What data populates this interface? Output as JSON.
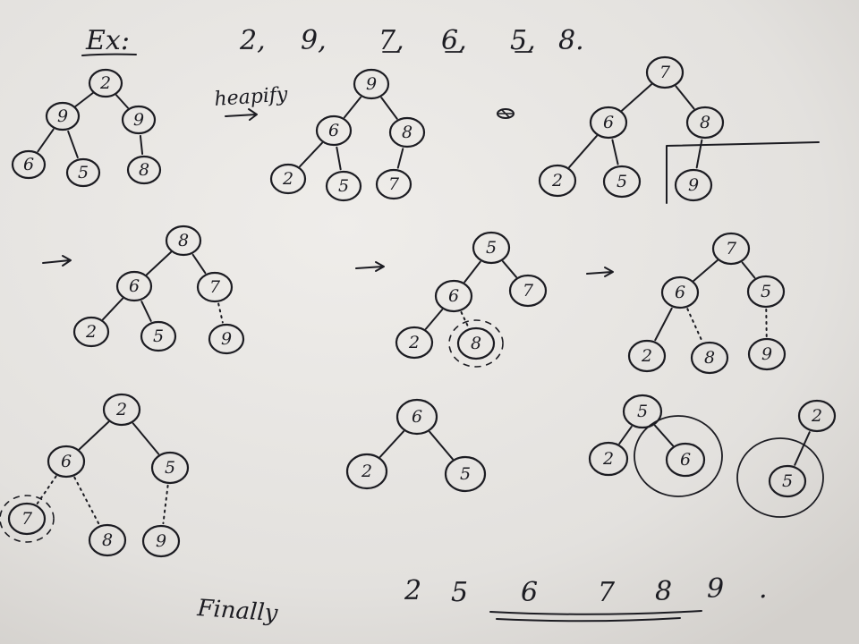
{
  "heading": {
    "ex_label": "Ex:"
  },
  "input_sequence": {
    "items": [
      "2,",
      "9,",
      "7,",
      "6,",
      "5,",
      "8."
    ]
  },
  "annotations": {
    "heapify_label": "heapify",
    "finally_label": "Finally"
  },
  "sorted_output": {
    "values": [
      "2",
      "5",
      "6",
      "7",
      "8",
      "9"
    ],
    "terminator": "."
  },
  "trees": [
    {
      "id": "initial",
      "nodes": [
        {
          "id": "a",
          "v": "2"
        },
        {
          "id": "b",
          "v": "9"
        },
        {
          "id": "c",
          "v": "9"
        },
        {
          "id": "d",
          "v": "6"
        },
        {
          "id": "e",
          "v": "5"
        },
        {
          "id": "f",
          "v": "8"
        }
      ],
      "edges": [
        [
          "a",
          "b"
        ],
        [
          "a",
          "c"
        ],
        [
          "b",
          "d"
        ],
        [
          "b",
          "e"
        ],
        [
          "c",
          "f"
        ]
      ]
    },
    {
      "id": "heapified",
      "nodes": [
        {
          "id": "a",
          "v": "9"
        },
        {
          "id": "b",
          "v": "6"
        },
        {
          "id": "c",
          "v": "8"
        },
        {
          "id": "d",
          "v": "2"
        },
        {
          "id": "e",
          "v": "5"
        },
        {
          "id": "f",
          "v": "7"
        }
      ],
      "edges": [
        [
          "a",
          "b"
        ],
        [
          "a",
          "c"
        ],
        [
          "b",
          "d"
        ],
        [
          "b",
          "e"
        ],
        [
          "c",
          "f"
        ]
      ]
    },
    {
      "id": "step-1",
      "nodes": [
        {
          "id": "a",
          "v": "7"
        },
        {
          "id": "b",
          "v": "6"
        },
        {
          "id": "c",
          "v": "8"
        },
        {
          "id": "d",
          "v": "2"
        },
        {
          "id": "e",
          "v": "5"
        },
        {
          "id": "f",
          "v": "9",
          "boxed": true
        }
      ],
      "edges": [
        [
          "a",
          "b"
        ],
        [
          "a",
          "c"
        ],
        [
          "b",
          "d"
        ],
        [
          "b",
          "e"
        ],
        [
          "c",
          "f"
        ]
      ]
    },
    {
      "id": "step-2",
      "nodes": [
        {
          "id": "a",
          "v": "8"
        },
        {
          "id": "b",
          "v": "6"
        },
        {
          "id": "c",
          "v": "7"
        },
        {
          "id": "d",
          "v": "2"
        },
        {
          "id": "e",
          "v": "5"
        },
        {
          "id": "f",
          "v": "9"
        }
      ],
      "edges": [
        [
          "a",
          "b"
        ],
        [
          "a",
          "c"
        ],
        [
          "b",
          "d"
        ],
        [
          "b",
          "e"
        ]
      ],
      "dotted_edges": [
        [
          "c",
          "f"
        ]
      ]
    },
    {
      "id": "step-3",
      "nodes": [
        {
          "id": "a",
          "v": "5"
        },
        {
          "id": "b",
          "v": "6"
        },
        {
          "id": "c",
          "v": "7"
        },
        {
          "id": "d",
          "v": "2"
        },
        {
          "id": "e",
          "v": "8",
          "scribbled": true
        }
      ],
      "edges": [
        [
          "a",
          "b"
        ],
        [
          "a",
          "c"
        ],
        [
          "b",
          "d"
        ]
      ],
      "dotted_edges": [
        [
          "b",
          "e"
        ]
      ]
    },
    {
      "id": "step-4",
      "nodes": [
        {
          "id": "a",
          "v": "7"
        },
        {
          "id": "b",
          "v": "6"
        },
        {
          "id": "c",
          "v": "5"
        },
        {
          "id": "d",
          "v": "2"
        },
        {
          "id": "e",
          "v": "8"
        },
        {
          "id": "f",
          "v": "9"
        }
      ],
      "edges": [
        [
          "a",
          "b"
        ],
        [
          "a",
          "c"
        ],
        [
          "b",
          "d"
        ]
      ],
      "dotted_edges": [
        [
          "b",
          "e"
        ],
        [
          "c",
          "f"
        ]
      ]
    },
    {
      "id": "step-5",
      "nodes": [
        {
          "id": "a",
          "v": "2"
        },
        {
          "id": "b",
          "v": "6"
        },
        {
          "id": "c",
          "v": "5"
        },
        {
          "id": "d",
          "v": "7",
          "scribbled": true
        },
        {
          "id": "e",
          "v": "8"
        },
        {
          "id": "f",
          "v": "9"
        }
      ],
      "edges": [
        [
          "a",
          "b"
        ],
        [
          "a",
          "c"
        ]
      ],
      "dotted_edges": [
        [
          "b",
          "d"
        ],
        [
          "b",
          "e"
        ],
        [
          "c",
          "f"
        ]
      ]
    },
    {
      "id": "step-6",
      "nodes": [
        {
          "id": "a",
          "v": "6"
        },
        {
          "id": "b",
          "v": "2"
        },
        {
          "id": "c",
          "v": "5"
        }
      ],
      "edges": [
        [
          "a",
          "b"
        ],
        [
          "a",
          "c"
        ]
      ]
    },
    {
      "id": "step-7",
      "nodes": [
        {
          "id": "a",
          "v": "5"
        },
        {
          "id": "b",
          "v": "2"
        },
        {
          "id": "c",
          "v": "6",
          "circled": true
        }
      ],
      "edges": [
        [
          "a",
          "b"
        ],
        [
          "a",
          "c"
        ]
      ]
    },
    {
      "id": "step-8",
      "nodes": [
        {
          "id": "a",
          "v": "2"
        },
        {
          "id": "b",
          "v": "5",
          "circled": true
        }
      ],
      "edges": [
        [
          "a",
          "b"
        ]
      ]
    }
  ]
}
